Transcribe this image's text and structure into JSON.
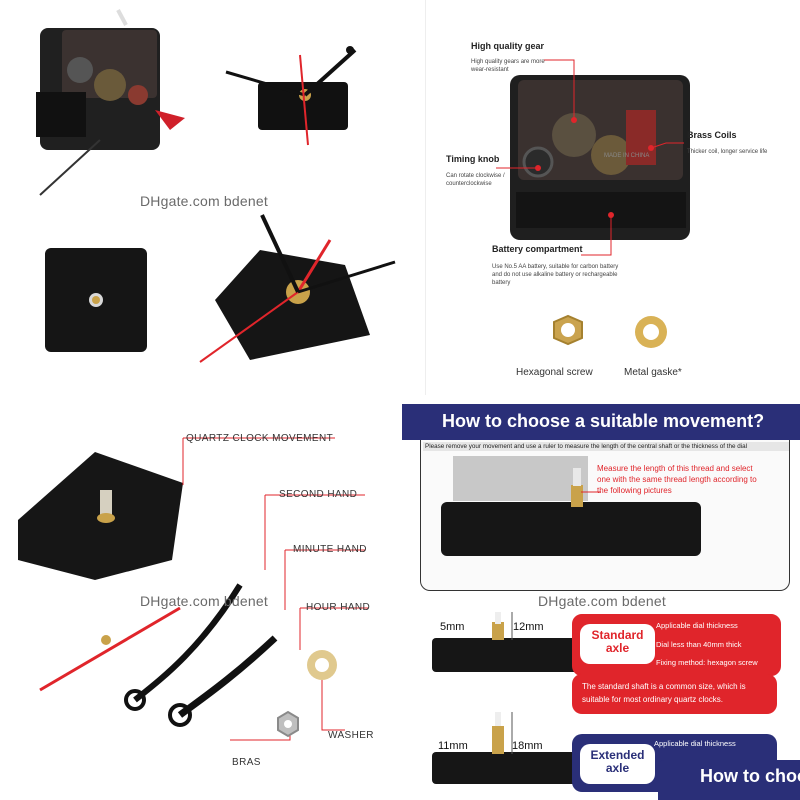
{
  "watermark": "DHgate.com bdenet",
  "top_right": {
    "gear_title": "High quality gear",
    "gear_desc_1": "High quality gears are more",
    "gear_desc_2": "wear-resistant",
    "coils_title": "Brass Coils",
    "coils_desc": "Thicker coil, longer service life",
    "knob_title": "Timing knob",
    "knob_desc_1": "Can rotate clockwise /",
    "knob_desc_2": "counterclockwise",
    "battery_title": "Battery compartment",
    "battery_desc_1": "Use No.5 AA battery, suitable for carbon battery",
    "battery_desc_2": "and do not use alkaline battery or rechargeable",
    "battery_desc_3": "battery",
    "made_in": "MADE IN CHINA",
    "hex_caption": "Hexagonal screw",
    "washer_caption": "Metal gaske*"
  },
  "bottom_left": {
    "movement": "QUARTZ CLOCK MOVEMENT",
    "second": "SECOND HAND",
    "minute": "MINUTE HAND",
    "hour": "HOUR HAND",
    "washer": "WASHER",
    "bras": "BRAS"
  },
  "bottom_right": {
    "title": "How to choose a suitable movement?",
    "instruction": "Please remove your movement and use a ruler to measure the length of the central shaft or the thickness of the dial",
    "measure_1": "Measure the length of this thread and select",
    "measure_2": "one with the same thread length according to",
    "measure_3": "the following pictures",
    "std_left_mm": "5mm",
    "std_right_mm": "12mm",
    "std_pill_1": "Standard",
    "std_pill_2": "axle",
    "std_info_title": "Applicable dial thickness",
    "std_info_1": "Dial less than 40mm thick",
    "std_info_2": "Fixing method: hexagon screw",
    "std_note_1": "The standard shaft is a common size, which is",
    "std_note_2": "suitable for most ordinary quartz clocks.",
    "ext_left_mm": "11mm",
    "ext_right_mm": "18mm",
    "ext_pill_1": "Extended",
    "ext_pill_2": "axle",
    "ext_info_title": "Applicable dial thickness",
    "overlay_title": "How to choo"
  },
  "colors": {
    "navy": "#2a2f78",
    "red": "#e0252b",
    "movement_black": "#1a1a1a",
    "brass": "#c9a24a"
  }
}
